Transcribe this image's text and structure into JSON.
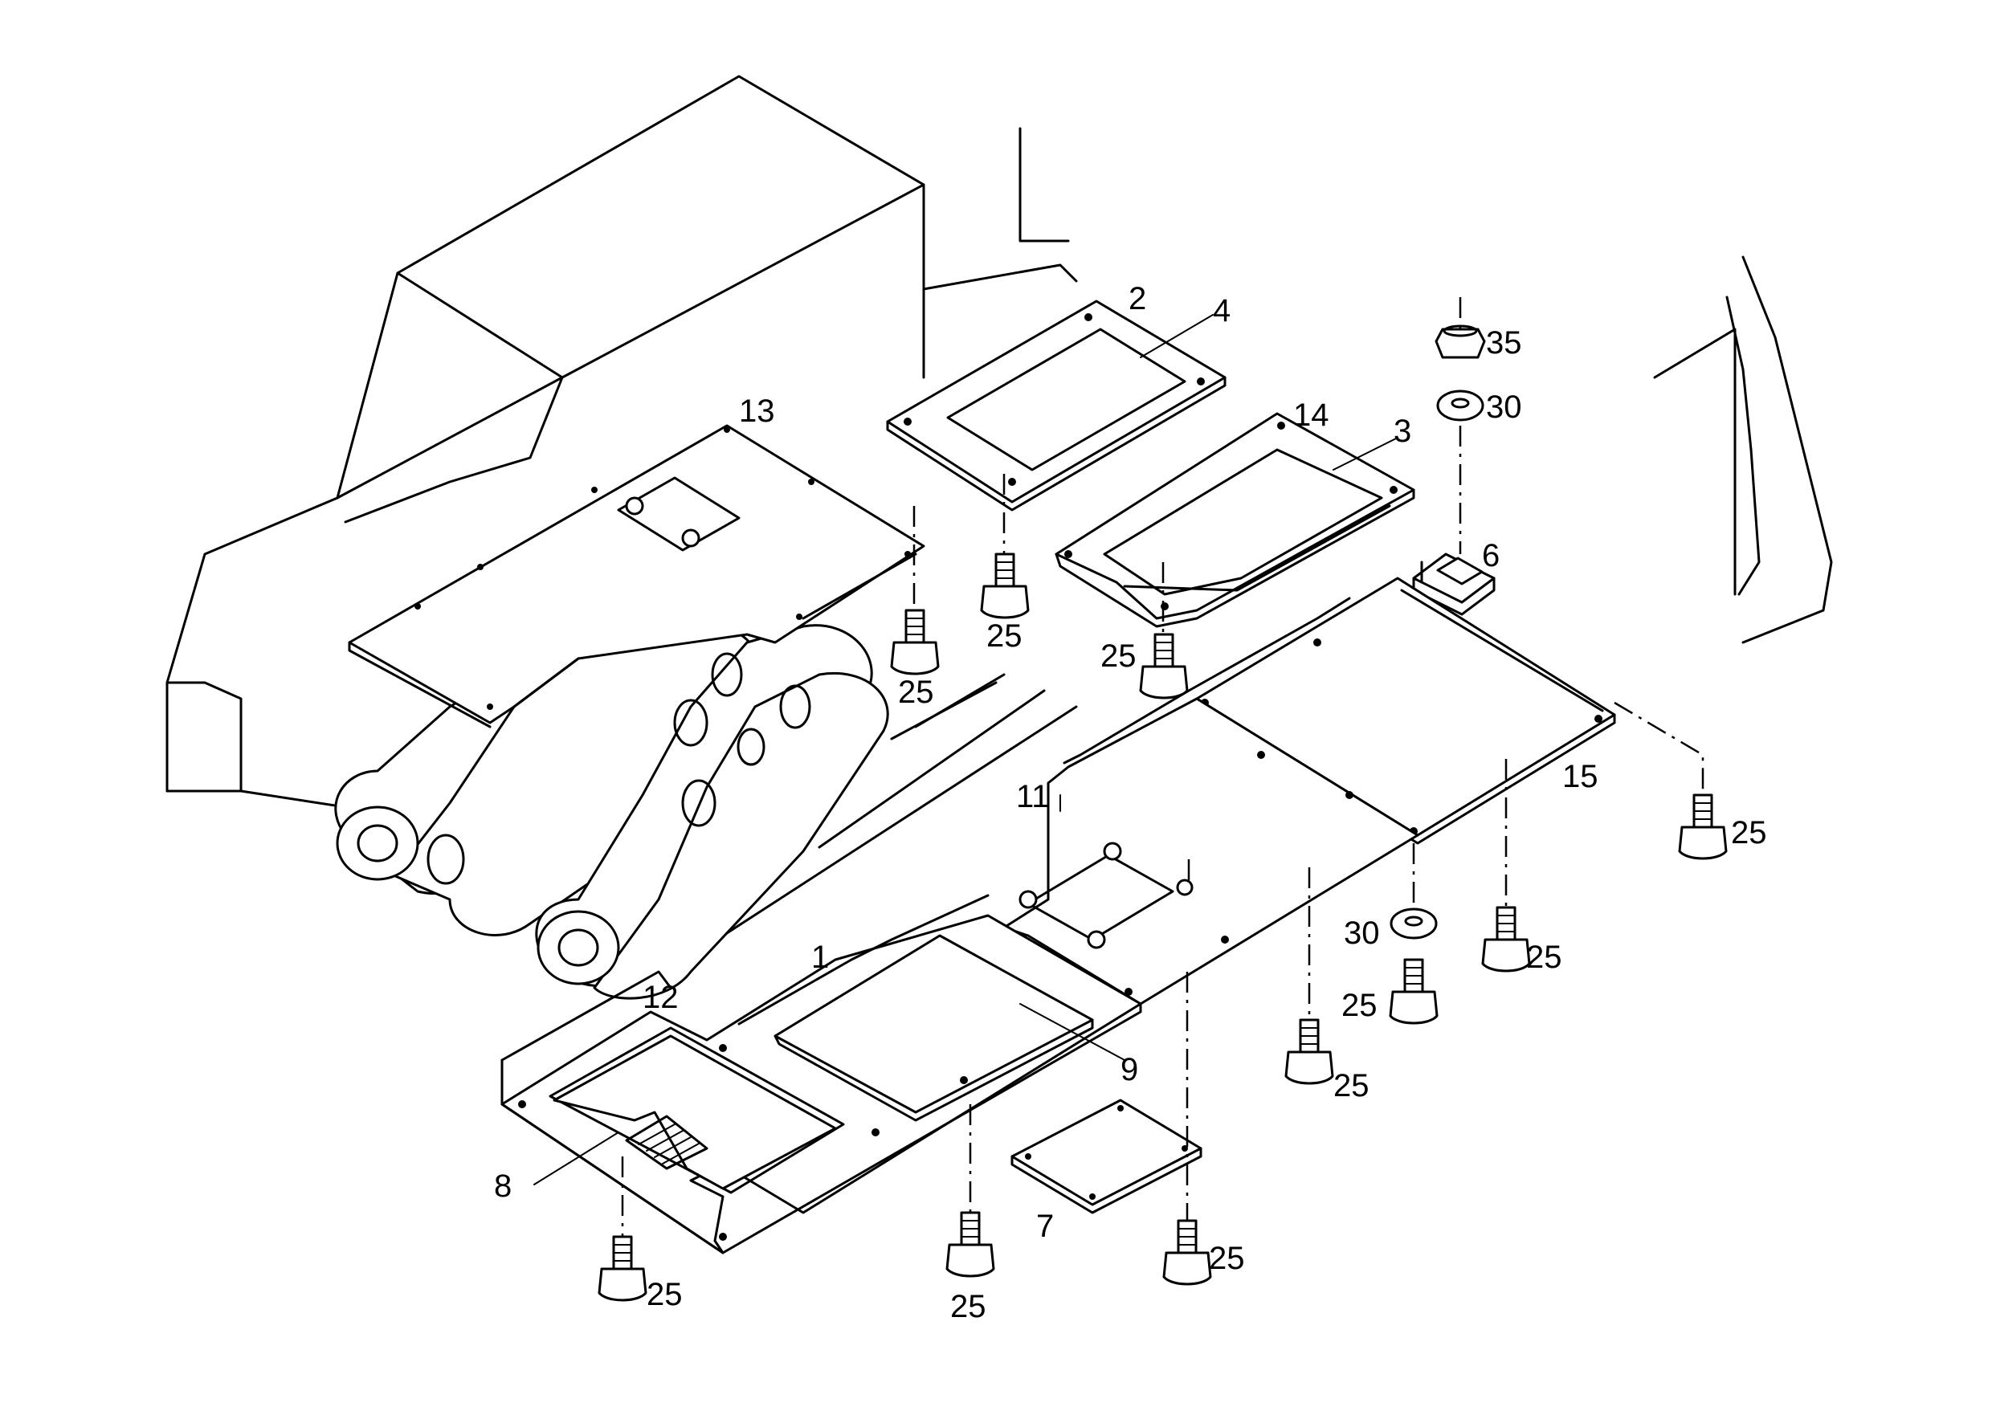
{
  "callouts": [
    {
      "id": "c-2",
      "text": "2"
    },
    {
      "id": "c-4",
      "text": "4"
    },
    {
      "id": "c-13",
      "text": "13"
    },
    {
      "id": "c-14",
      "text": "14"
    },
    {
      "id": "c-3",
      "text": "3"
    },
    {
      "id": "c-35",
      "text": "35"
    },
    {
      "id": "c-30a",
      "text": "30"
    },
    {
      "id": "c-6",
      "text": "6"
    },
    {
      "id": "c-25a",
      "text": "25"
    },
    {
      "id": "c-25b",
      "text": "25"
    },
    {
      "id": "c-25c",
      "text": "25"
    },
    {
      "id": "c-11",
      "text": "11"
    },
    {
      "id": "c-15",
      "text": "15"
    },
    {
      "id": "c-25d",
      "text": "25"
    },
    {
      "id": "c-30b",
      "text": "30"
    },
    {
      "id": "c-25e",
      "text": "25"
    },
    {
      "id": "c-25f",
      "text": "25"
    },
    {
      "id": "c-1",
      "text": "1"
    },
    {
      "id": "c-12",
      "text": "12"
    },
    {
      "id": "c-9",
      "text": "9"
    },
    {
      "id": "c-25g",
      "text": "25"
    },
    {
      "id": "c-8",
      "text": "8"
    },
    {
      "id": "c-7",
      "text": "7"
    },
    {
      "id": "c-25h",
      "text": "25"
    },
    {
      "id": "c-25i",
      "text": "25"
    },
    {
      "id": "c-25j",
      "text": "25"
    }
  ]
}
